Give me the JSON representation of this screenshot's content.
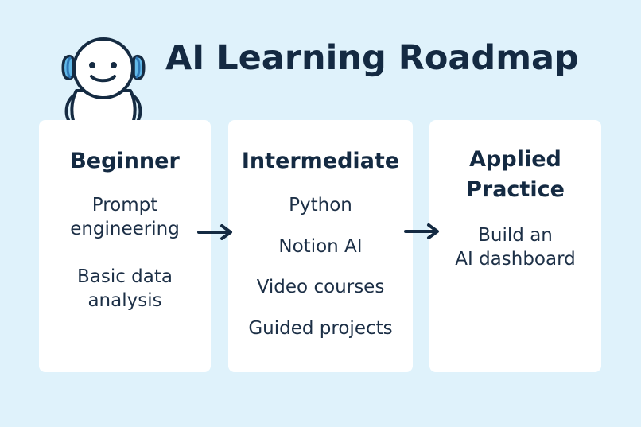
{
  "title": "AI Learning Roadmap",
  "mascot": {
    "icon": "headphones-robot-icon",
    "headphone_color": "#62b9e8"
  },
  "stages": [
    {
      "title": "Beginner",
      "items": [
        "Prompt\nengineering",
        "Basic data\nanalysis"
      ]
    },
    {
      "title": "Intermediate",
      "items": [
        "Python",
        "Notion AI",
        "Video courses",
        "Guided projects"
      ]
    },
    {
      "title": "Applied\nPractice",
      "items": [
        "Build an\nAI dashboard"
      ]
    }
  ],
  "connectors": [
    {
      "from": "Beginner",
      "to": "Intermediate",
      "icon": "arrow-right-icon"
    },
    {
      "from": "Intermediate",
      "to": "Applied Practice",
      "icon": "arrow-right-icon"
    }
  ],
  "colors": {
    "background": "#dff2fb",
    "card": "#ffffff",
    "text": "#142a42"
  }
}
